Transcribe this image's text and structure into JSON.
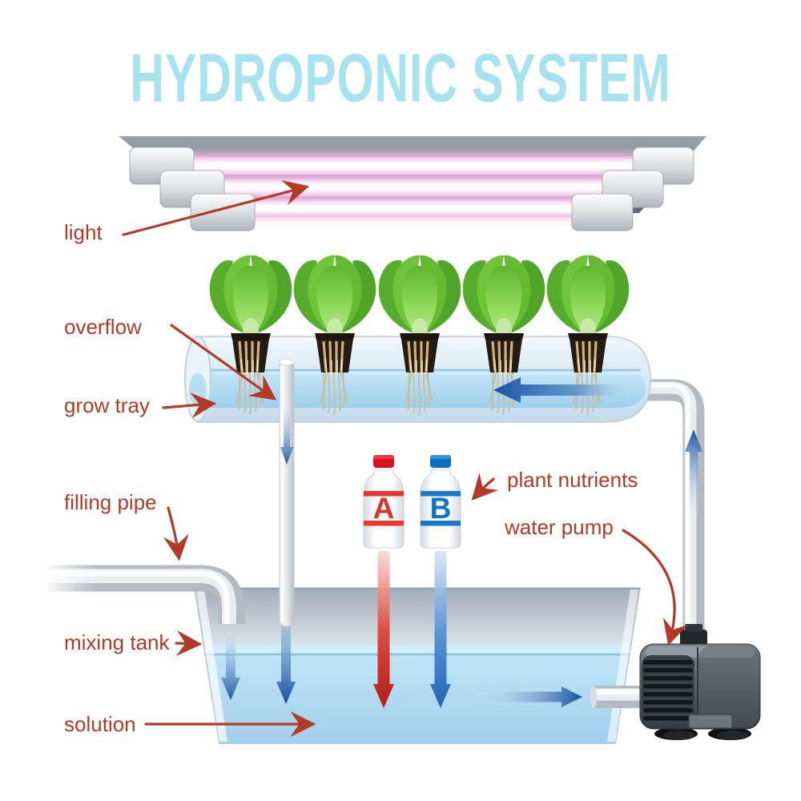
{
  "title": {
    "text": "HYDROPONIC SYSTEM"
  },
  "labels": {
    "light": "light",
    "overflow": "overflow",
    "grow_tray": "grow tray",
    "filling_pipe": "filling pipe",
    "mixing_tank": "mixing tank",
    "solution": "solution",
    "plant_nutrients": "plant nutrients",
    "water_pump": "water pump"
  },
  "bottles": {
    "a": "A",
    "b": "B"
  },
  "plant_count": 5,
  "colors": {
    "title": "#a7e3ee",
    "label_red": "#b23a27",
    "flow_blue": "#1e5caa",
    "bottle_a": "#d6241f",
    "bottle_b": "#0f6fc5",
    "tube_pink": "#f2b9e2",
    "leaf_green": "#6fc53a"
  }
}
